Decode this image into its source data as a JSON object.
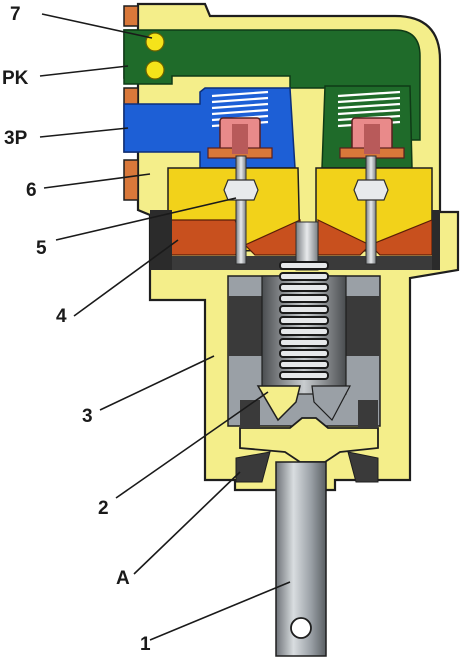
{
  "labels": {
    "l7": "7",
    "lPK": "PK",
    "l3P": "3P",
    "l6": "6",
    "l5": "5",
    "l4": "4",
    "l3": "3",
    "l2": "2",
    "lA": "A",
    "l1": "1"
  },
  "colors": {
    "housing": "#f4ee8a",
    "control_line": "#1f6b2a",
    "brake_line": "#1d5fd6",
    "valve_seat": "#f2d21a",
    "diaphragm": "#c8501e",
    "valve_cap": "#e98a8a",
    "plunger": "#9aa0a6",
    "dark_cavity": "#3a3a3a",
    "port_fitting": "#d9783a"
  }
}
